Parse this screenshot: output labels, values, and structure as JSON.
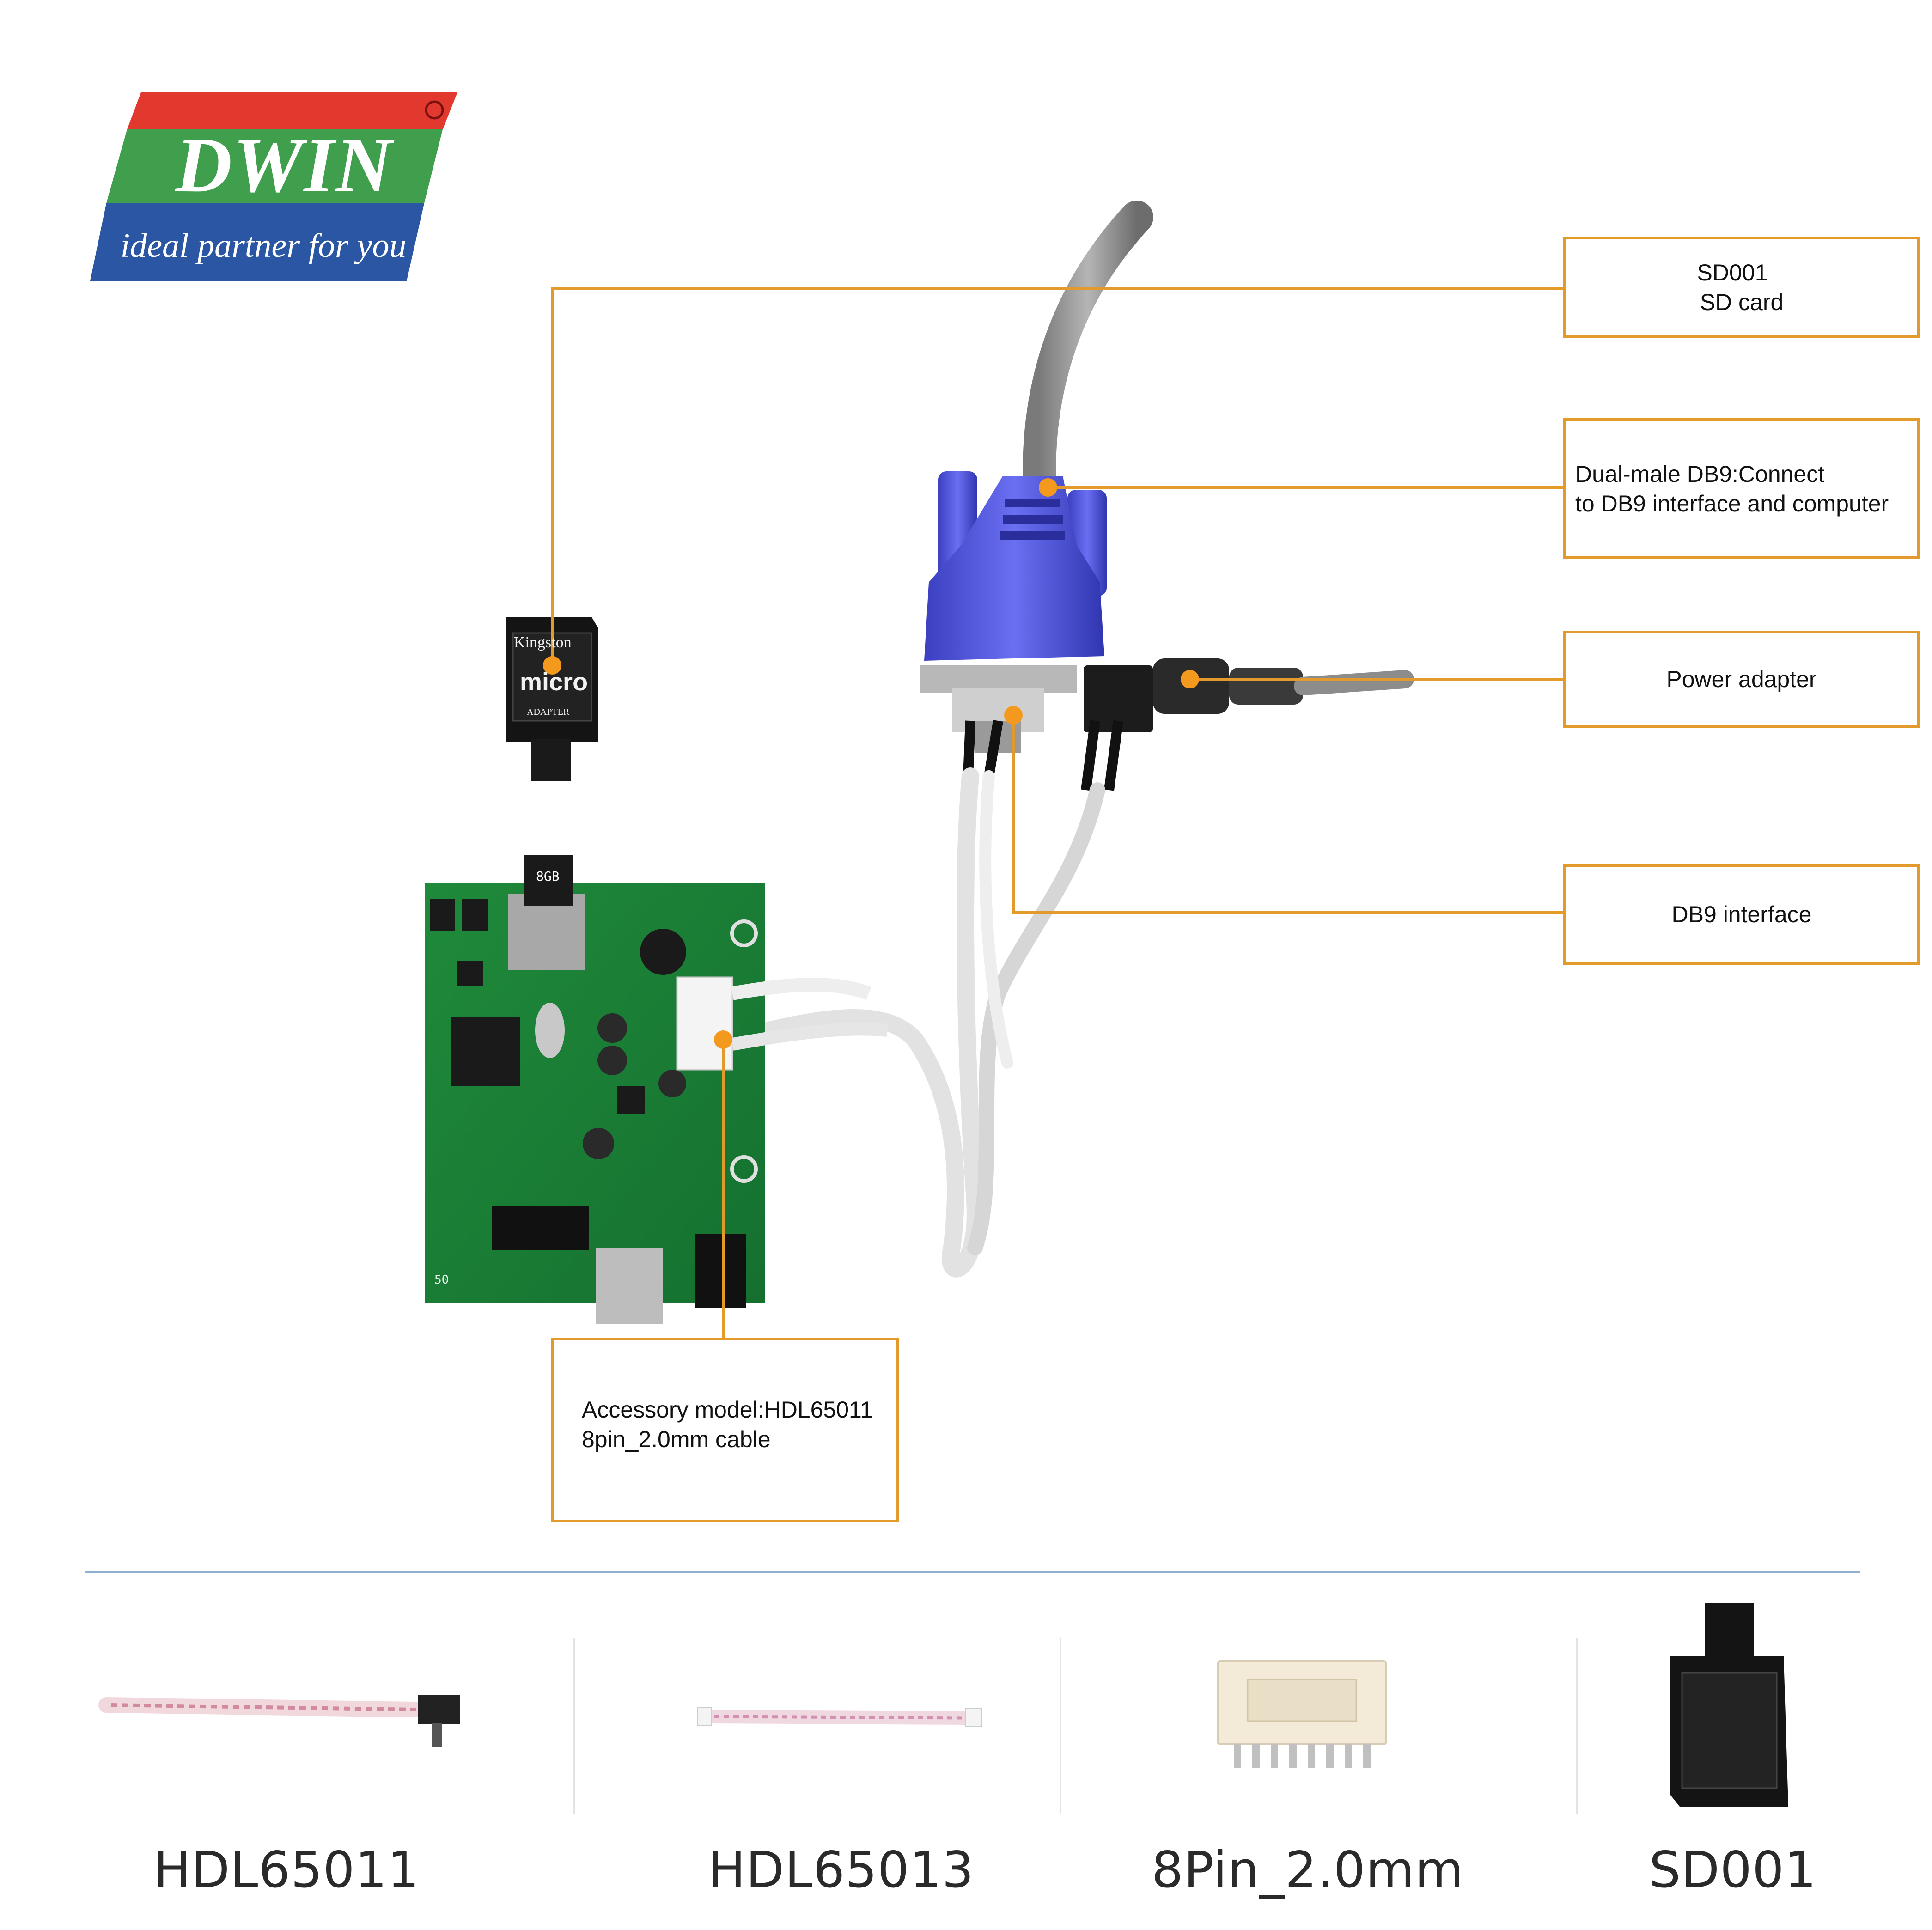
{
  "brand": {
    "name": "DWIN",
    "slogan": "ideal partner for you",
    "colors": {
      "red": "#e2392e",
      "green": "#3f9f4c",
      "blue": "#2a56a4",
      "accent": "#e29b2a"
    }
  },
  "callouts": {
    "sd_card": {
      "line1": "SD001",
      "line2": "SD card"
    },
    "db9_cable": {
      "line1": "Dual-male DB9:Connect",
      "line2": "to DB9 interface and computer"
    },
    "power": {
      "line1": "Power adapter"
    },
    "db9_interface": {
      "line1": "DB9 interface"
    },
    "accessory": {
      "line1": "Accessory model:HDL65011",
      "line2": "8pin_2.0mm cable"
    }
  },
  "photo_text": {
    "sd_card_top": "Kingston",
    "sd_card_micro": "micro",
    "sd_card_adapter": "ADAPTER",
    "board_card": "8GB",
    "board_corner": "50"
  },
  "products": [
    {
      "label": "HDL65011"
    },
    {
      "label": "HDL65013"
    },
    {
      "label": "8Pin_2.0mm"
    },
    {
      "label": "SD001"
    }
  ]
}
